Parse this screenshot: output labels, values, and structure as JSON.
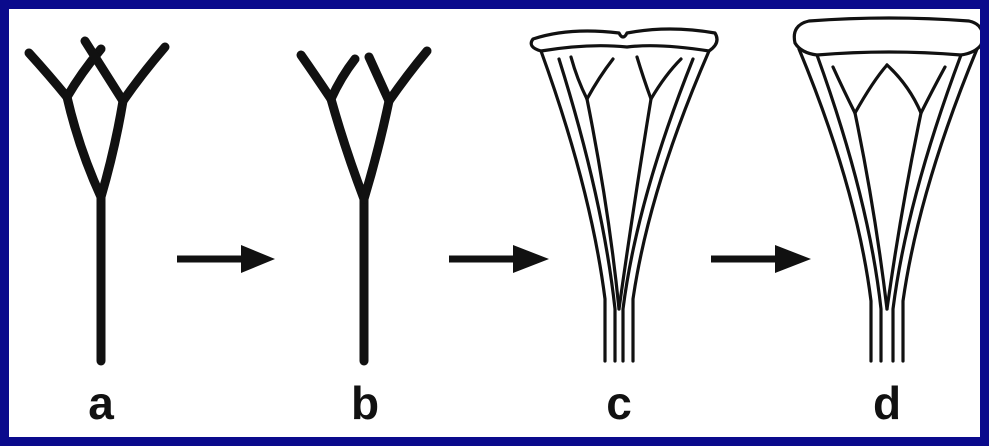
{
  "colors": {
    "border": "#0a0a8c",
    "background": "#ffffff",
    "ink": "#111111"
  },
  "stages": [
    {
      "id": "a",
      "label": "a"
    },
    {
      "id": "b",
      "label": "b"
    },
    {
      "id": "c",
      "label": "c"
    },
    {
      "id": "d",
      "label": "d"
    }
  ],
  "arrows": [
    "a-to-b",
    "b-to-c",
    "c-to-d"
  ]
}
